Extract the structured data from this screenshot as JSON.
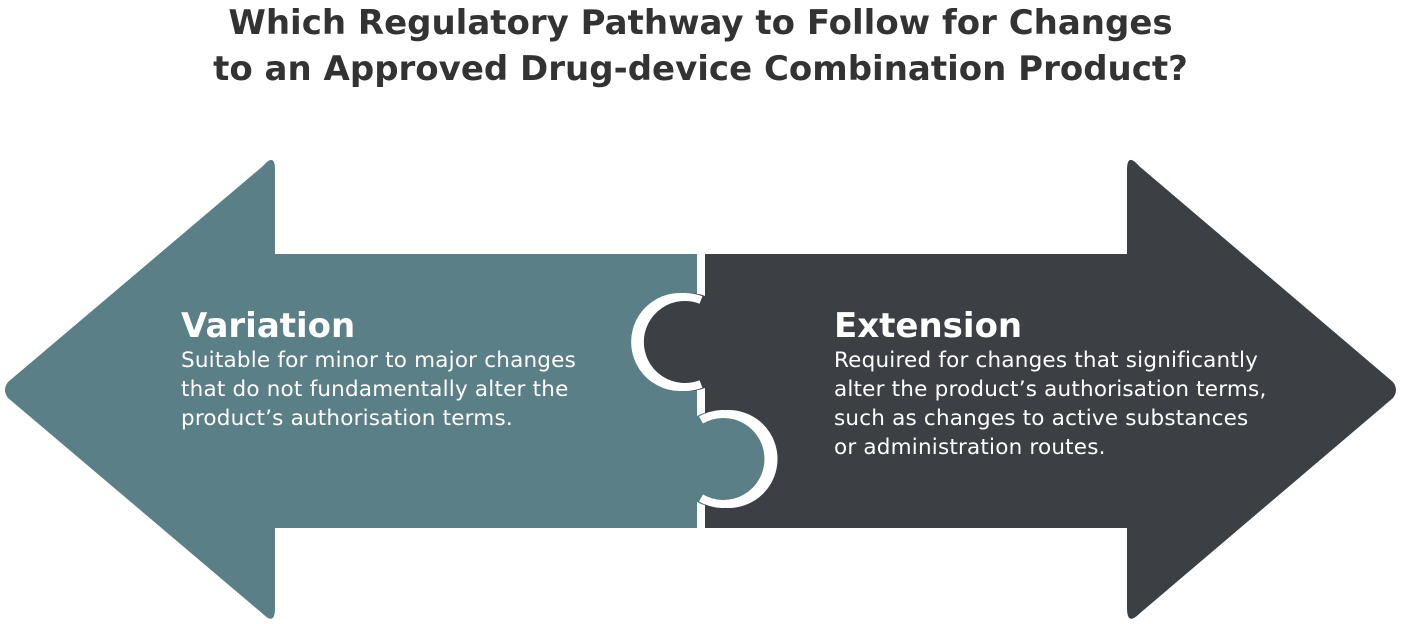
{
  "title": {
    "line1": "Which Regulatory Pathway to Follow for Changes",
    "line2": "to an Approved Drug-device Combination Product?"
  },
  "variation": {
    "heading": "Variation",
    "lines": [
      "Suitable for minor to major changes",
      "that do not fundamentally alter the",
      "product’s authorisation terms."
    ],
    "color": "#5b7f87"
  },
  "extension": {
    "heading": "Extension",
    "lines": [
      "Required for changes that significantly",
      "alter the product’s authorisation terms,",
      "such as changes to active substances",
      "or administration routes."
    ],
    "color": "#3c3f43"
  }
}
